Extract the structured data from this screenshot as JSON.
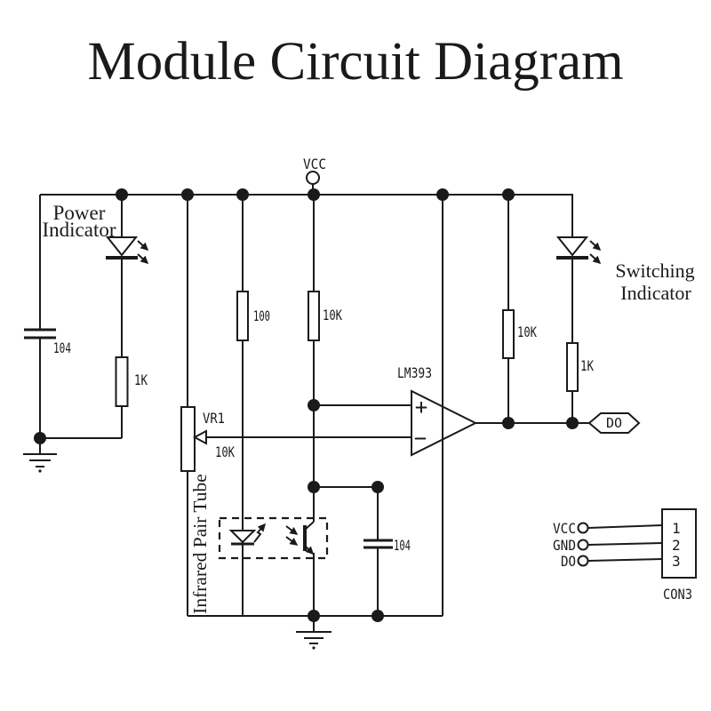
{
  "title": "Module Circuit Diagram",
  "colors": {
    "ink": "#1a1a1a",
    "background": "#ffffff"
  },
  "power": {
    "vcc_label": "VCC"
  },
  "annotations": {
    "power_indicator": [
      "Power",
      "Indicator"
    ],
    "switching_indicator": [
      "Switching",
      "Indicator"
    ],
    "infrared_pair_tube": "Infrared Pair Tube"
  },
  "components": {
    "c1": {
      "value": "104"
    },
    "r1": {
      "value": "1K"
    },
    "r2": {
      "value": "100"
    },
    "r3": {
      "value": "10K"
    },
    "vr1": {
      "ref": "VR1",
      "value": "10K"
    },
    "r4": {
      "value": "10K"
    },
    "r5": {
      "value": "1K"
    },
    "c2": {
      "value": "104"
    },
    "u1": {
      "ref": "LM393",
      "plus_label": "+",
      "minus_label": "−"
    }
  },
  "output": {
    "do_label": "DO"
  },
  "connector": {
    "ref": "CON3",
    "pins": [
      {
        "label": "VCC",
        "number": "1"
      },
      {
        "label": "GND",
        "number": "2"
      },
      {
        "label": "DO",
        "number": "3"
      }
    ]
  }
}
